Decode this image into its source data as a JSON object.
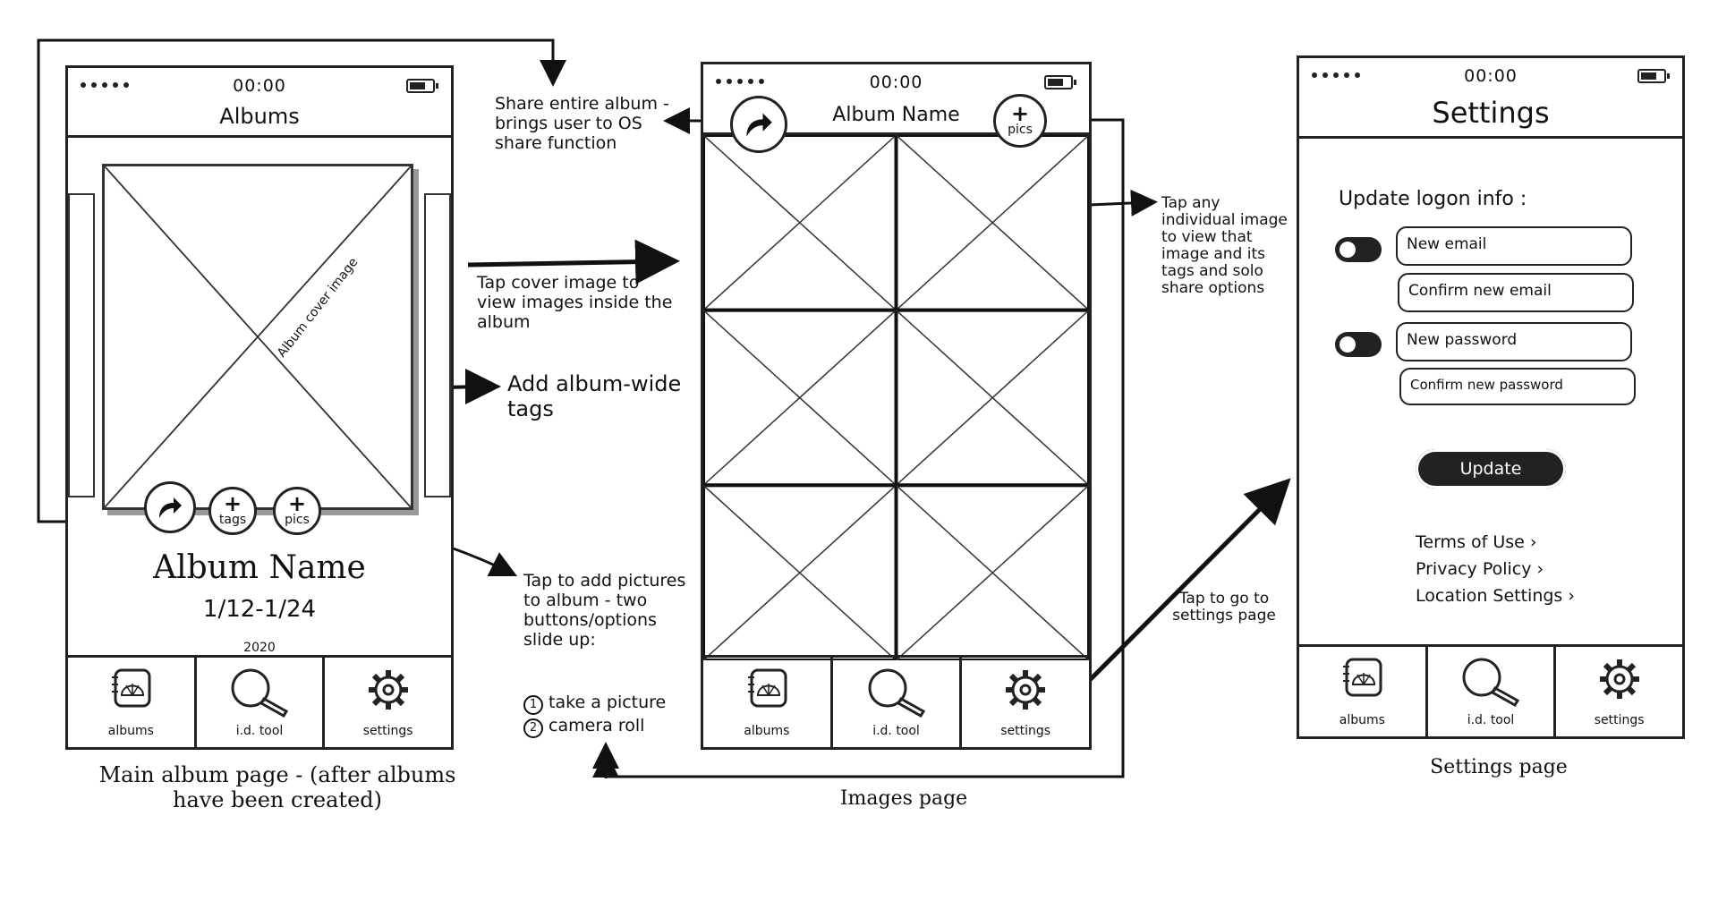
{
  "screens": {
    "albums": {
      "status": {
        "time": "00:00"
      },
      "title": "Albums",
      "cover_label": "Album cover image",
      "tags_label": "tags",
      "pics_label": "pics",
      "album_name": "Album Name",
      "date_range": "1/12-1/24",
      "year": "2020",
      "caption": "Main album page - (after albums have been created)"
    },
    "images": {
      "status": {
        "time": "00:00"
      },
      "title": "Album Name",
      "pics_label": "pics",
      "caption": "Images page"
    },
    "settings": {
      "status": {
        "time": "00:00"
      },
      "title": "Settings",
      "section_label": "Update logon info :",
      "fields": [
        "New email",
        "Confirm new email",
        "New password",
        "Confirm new password"
      ],
      "update_label": "Update",
      "links": [
        "Terms of Use",
        "Privacy Policy",
        "Location Settings"
      ],
      "caption": "Settings page"
    }
  },
  "tabbar": {
    "albums": "albums",
    "id_tool": "i.d. tool",
    "settings": "settings"
  },
  "annotations": {
    "share_album": "Share entire album - brings user to OS share function",
    "tap_cover": "Tap cover image to view images inside the album",
    "add_tags": "Add album-wide tags",
    "add_pictures": "Tap to add pictures to album - two buttons/options slide up:",
    "option_1": "take a picture",
    "option_2": "camera roll",
    "tap_image": "Tap any individual image to view that image and its tags and solo share options",
    "tap_settings": "Tap to go to settings page"
  },
  "chevron": "›",
  "option_numbers": [
    "1",
    "2"
  ]
}
